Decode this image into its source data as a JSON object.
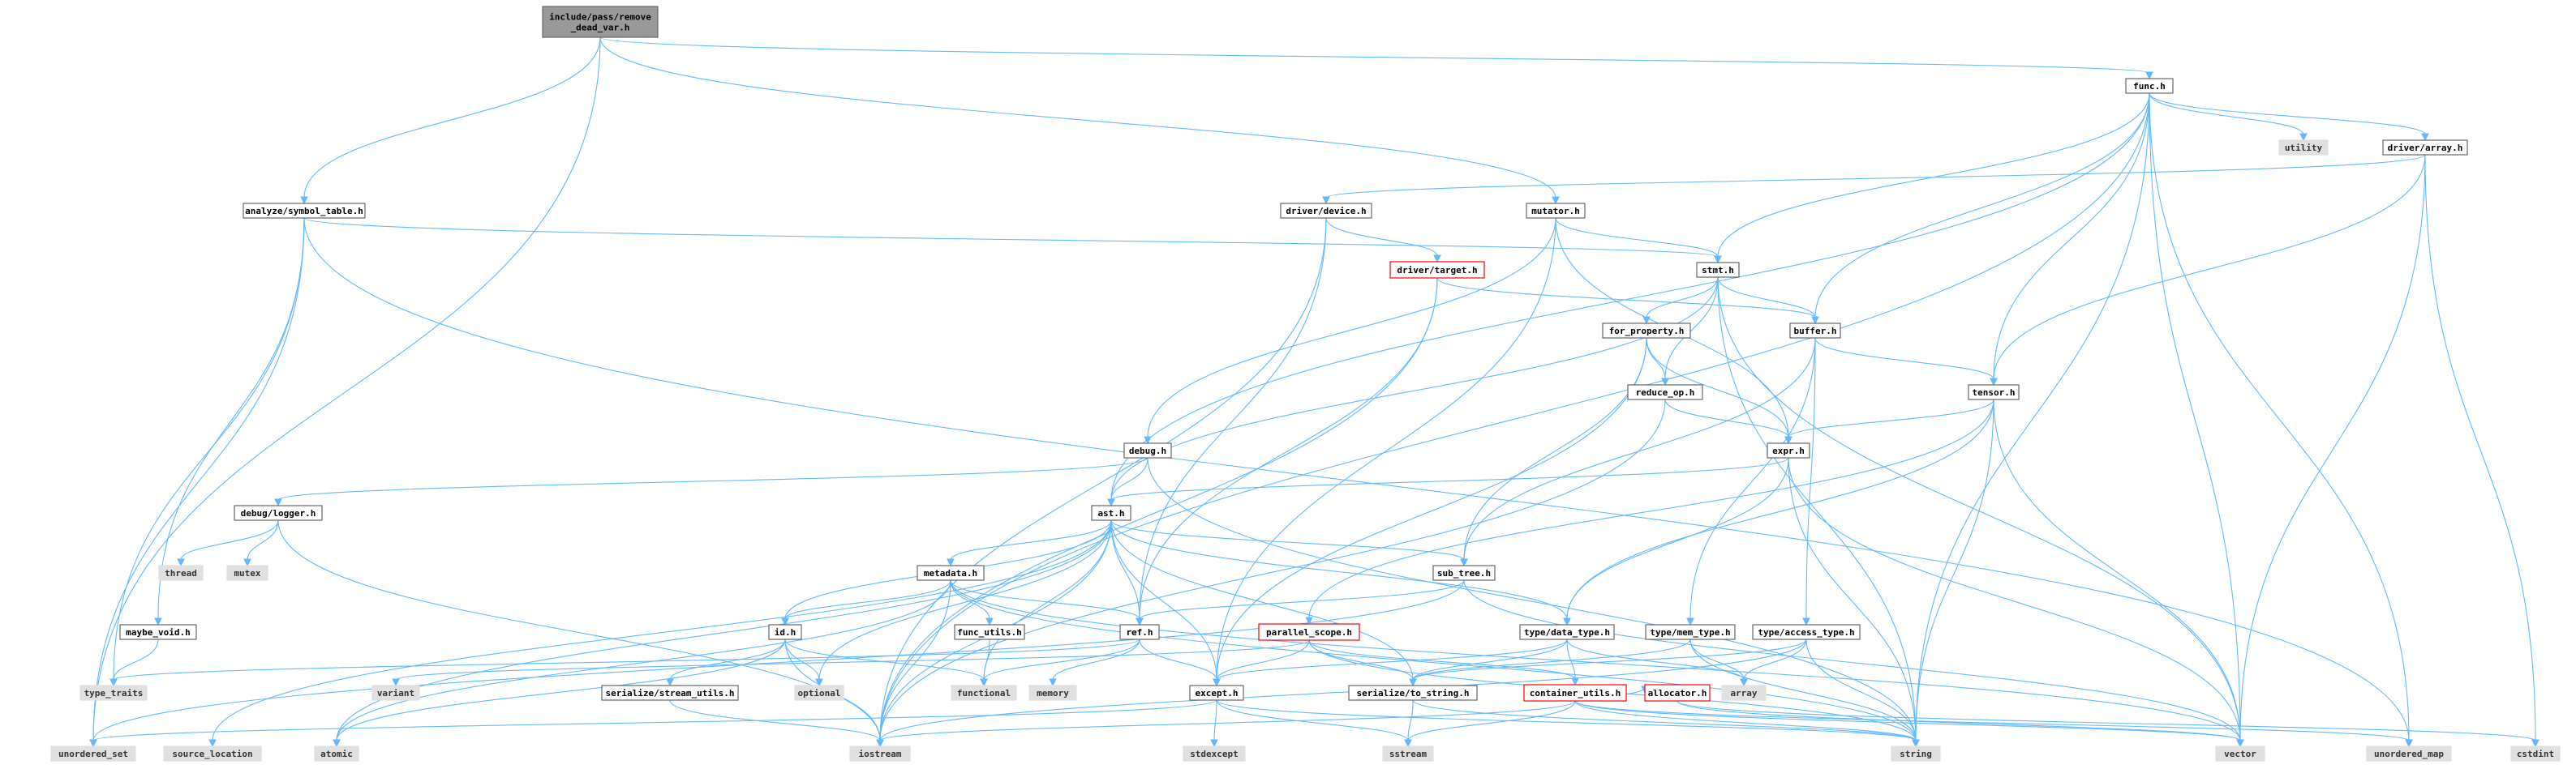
{
  "colors": {
    "edge": "#63b8ff",
    "root_fill": "#999999",
    "node_border": "#666666",
    "warn_border": "#ff0000",
    "system_fill": "#e0e0e0"
  },
  "nodes": [
    {
      "id": "root",
      "label": [
        "include/pass/remove",
        "_dead_var.h"
      ],
      "kind": "root"
    },
    {
      "id": "func",
      "label": [
        "func.h"
      ],
      "kind": "header"
    },
    {
      "id": "utility",
      "label": [
        "utility"
      ],
      "kind": "sys"
    },
    {
      "id": "driver_array",
      "label": [
        "driver/array.h"
      ],
      "kind": "header"
    },
    {
      "id": "analyze",
      "label": [
        "analyze/symbol_table.h"
      ],
      "kind": "header"
    },
    {
      "id": "driver_device",
      "label": [
        "driver/device.h"
      ],
      "kind": "header"
    },
    {
      "id": "mutator",
      "label": [
        "mutator.h"
      ],
      "kind": "header"
    },
    {
      "id": "driver_target",
      "label": [
        "driver/target.h"
      ],
      "kind": "warn"
    },
    {
      "id": "stmt",
      "label": [
        "stmt.h"
      ],
      "kind": "header"
    },
    {
      "id": "for_property",
      "label": [
        "for_property.h"
      ],
      "kind": "header"
    },
    {
      "id": "buffer",
      "label": [
        "buffer.h"
      ],
      "kind": "header"
    },
    {
      "id": "reduce_op",
      "label": [
        "reduce_op.h"
      ],
      "kind": "header"
    },
    {
      "id": "tensor",
      "label": [
        "tensor.h"
      ],
      "kind": "header"
    },
    {
      "id": "debug",
      "label": [
        "debug.h"
      ],
      "kind": "header"
    },
    {
      "id": "expr",
      "label": [
        "expr.h"
      ],
      "kind": "header"
    },
    {
      "id": "debug_logger",
      "label": [
        "debug/logger.h"
      ],
      "kind": "header"
    },
    {
      "id": "ast",
      "label": [
        "ast.h"
      ],
      "kind": "header"
    },
    {
      "id": "thread",
      "label": [
        "thread"
      ],
      "kind": "sys"
    },
    {
      "id": "mutex",
      "label": [
        "mutex"
      ],
      "kind": "sys"
    },
    {
      "id": "sub_tree",
      "label": [
        "sub_tree.h"
      ],
      "kind": "header"
    },
    {
      "id": "metadata",
      "label": [
        "metadata.h"
      ],
      "kind": "header"
    },
    {
      "id": "maybe_void",
      "label": [
        "maybe_void.h"
      ],
      "kind": "header"
    },
    {
      "id": "id",
      "label": [
        "id.h"
      ],
      "kind": "header"
    },
    {
      "id": "func_utils",
      "label": [
        "func_utils.h"
      ],
      "kind": "header"
    },
    {
      "id": "ref",
      "label": [
        "ref.h"
      ],
      "kind": "header"
    },
    {
      "id": "parallel_scope",
      "label": [
        "parallel_scope.h"
      ],
      "kind": "warn"
    },
    {
      "id": "data_type",
      "label": [
        "type/data_type.h"
      ],
      "kind": "header"
    },
    {
      "id": "mem_type",
      "label": [
        "type/mem_type.h"
      ],
      "kind": "header"
    },
    {
      "id": "access_type",
      "label": [
        "type/access_type.h"
      ],
      "kind": "header"
    },
    {
      "id": "type_traits",
      "label": [
        "type_traits"
      ],
      "kind": "sys"
    },
    {
      "id": "variant",
      "label": [
        "variant"
      ],
      "kind": "sys"
    },
    {
      "id": "serialize_stream",
      "label": [
        "serialize/stream_utils.h"
      ],
      "kind": "header"
    },
    {
      "id": "optional",
      "label": [
        "optional"
      ],
      "kind": "sys"
    },
    {
      "id": "functional",
      "label": [
        "functional"
      ],
      "kind": "sys"
    },
    {
      "id": "memory",
      "label": [
        "memory"
      ],
      "kind": "sys"
    },
    {
      "id": "except",
      "label": [
        "except.h"
      ],
      "kind": "header"
    },
    {
      "id": "serialize_to_string",
      "label": [
        "serialize/to_string.h"
      ],
      "kind": "header"
    },
    {
      "id": "container_utils",
      "label": [
        "container_utils.h"
      ],
      "kind": "warn"
    },
    {
      "id": "allocator",
      "label": [
        "allocator.h"
      ],
      "kind": "warn"
    },
    {
      "id": "array",
      "label": [
        "array"
      ],
      "kind": "sys"
    },
    {
      "id": "unordered_set",
      "label": [
        "unordered_set"
      ],
      "kind": "sys"
    },
    {
      "id": "source_location",
      "label": [
        "source_location"
      ],
      "kind": "sys"
    },
    {
      "id": "atomic",
      "label": [
        "atomic"
      ],
      "kind": "sys"
    },
    {
      "id": "iostream",
      "label": [
        "iostream"
      ],
      "kind": "sys"
    },
    {
      "id": "stdexcept",
      "label": [
        "stdexcept"
      ],
      "kind": "sys"
    },
    {
      "id": "sstream",
      "label": [
        "sstream"
      ],
      "kind": "sys"
    },
    {
      "id": "string",
      "label": [
        "string"
      ],
      "kind": "sys"
    },
    {
      "id": "vector",
      "label": [
        "vector"
      ],
      "kind": "sys"
    },
    {
      "id": "unordered_map",
      "label": [
        "unordered_map"
      ],
      "kind": "sys"
    },
    {
      "id": "cstdint",
      "label": [
        "cstdint"
      ],
      "kind": "sys"
    }
  ],
  "edges": [
    [
      "root",
      "func"
    ],
    [
      "root",
      "analyze"
    ],
    [
      "root",
      "mutator"
    ],
    [
      "root",
      "unordered_set"
    ],
    [
      "func",
      "utility"
    ],
    [
      "func",
      "driver_array"
    ],
    [
      "func",
      "stmt"
    ],
    [
      "func",
      "buffer"
    ],
    [
      "func",
      "tensor"
    ],
    [
      "func",
      "ast"
    ],
    [
      "func",
      "iostream"
    ],
    [
      "func",
      "string"
    ],
    [
      "func",
      "vector"
    ],
    [
      "func",
      "unordered_map"
    ],
    [
      "driver_array",
      "driver_device"
    ],
    [
      "driver_array",
      "tensor"
    ],
    [
      "driver_array",
      "vector"
    ],
    [
      "driver_array",
      "cstdint"
    ],
    [
      "analyze",
      "stmt"
    ],
    [
      "analyze",
      "maybe_void"
    ],
    [
      "analyze",
      "type_traits"
    ],
    [
      "analyze",
      "unordered_set"
    ],
    [
      "analyze",
      "unordered_map"
    ],
    [
      "driver_device",
      "driver_target"
    ],
    [
      "driver_device",
      "ref"
    ],
    [
      "driver_device",
      "iostream"
    ],
    [
      "mutator",
      "stmt"
    ],
    [
      "mutator",
      "debug"
    ],
    [
      "mutator",
      "expr"
    ],
    [
      "mutator",
      "except"
    ],
    [
      "driver_target",
      "buffer"
    ],
    [
      "driver_target",
      "ref"
    ],
    [
      "driver_target",
      "iostream"
    ],
    [
      "stmt",
      "for_property"
    ],
    [
      "stmt",
      "buffer"
    ],
    [
      "stmt",
      "reduce_op"
    ],
    [
      "stmt",
      "ast"
    ],
    [
      "stmt",
      "string"
    ],
    [
      "stmt",
      "vector"
    ],
    [
      "for_property",
      "reduce_op"
    ],
    [
      "for_property",
      "expr"
    ],
    [
      "for_property",
      "sub_tree"
    ],
    [
      "for_property",
      "except"
    ],
    [
      "buffer",
      "tensor"
    ],
    [
      "buffer",
      "mem_type"
    ],
    [
      "buffer",
      "access_type"
    ],
    [
      "buffer",
      "sub_tree"
    ],
    [
      "reduce_op",
      "expr"
    ],
    [
      "reduce_op",
      "iostream"
    ],
    [
      "tensor",
      "expr"
    ],
    [
      "tensor",
      "data_type"
    ],
    [
      "tensor",
      "vector"
    ],
    [
      "tensor",
      "string"
    ],
    [
      "tensor",
      "parallel_scope"
    ],
    [
      "debug",
      "ast"
    ],
    [
      "debug",
      "debug_logger"
    ],
    [
      "debug",
      "string"
    ],
    [
      "expr",
      "ast"
    ],
    [
      "expr",
      "data_type"
    ],
    [
      "expr",
      "string"
    ],
    [
      "expr",
      "vector"
    ],
    [
      "debug_logger",
      "thread"
    ],
    [
      "debug_logger",
      "mutex"
    ],
    [
      "debug_logger",
      "iostream"
    ],
    [
      "ast",
      "sub_tree"
    ],
    [
      "ast",
      "metadata"
    ],
    [
      "ast",
      "id"
    ],
    [
      "ast",
      "ref"
    ],
    [
      "ast",
      "data_type"
    ],
    [
      "ast",
      "except"
    ],
    [
      "ast",
      "serialize_to_string"
    ],
    [
      "ast",
      "atomic"
    ],
    [
      "ast",
      "source_location"
    ],
    [
      "ast",
      "functional"
    ],
    [
      "ast",
      "optional"
    ],
    [
      "ast",
      "iostream"
    ],
    [
      "sub_tree",
      "ref"
    ],
    [
      "sub_tree",
      "vector"
    ],
    [
      "sub_tree",
      "unordered_set"
    ],
    [
      "metadata",
      "id"
    ],
    [
      "metadata",
      "func_utils"
    ],
    [
      "metadata",
      "ref"
    ],
    [
      "metadata",
      "string"
    ],
    [
      "metadata",
      "vector"
    ],
    [
      "metadata",
      "atomic"
    ],
    [
      "metadata",
      "iostream"
    ],
    [
      "maybe_void",
      "type_traits"
    ],
    [
      "id",
      "serialize_stream"
    ],
    [
      "id",
      "optional"
    ],
    [
      "id",
      "functional"
    ],
    [
      "id",
      "atomic"
    ],
    [
      "id",
      "iostream"
    ],
    [
      "func_utils",
      "functional"
    ],
    [
      "ref",
      "except"
    ],
    [
      "ref",
      "memory"
    ],
    [
      "ref",
      "functional"
    ],
    [
      "ref",
      "type_traits"
    ],
    [
      "parallel_scope",
      "serialize_to_string"
    ],
    [
      "parallel_scope",
      "container_utils"
    ],
    [
      "parallel_scope",
      "variant"
    ],
    [
      "parallel_scope",
      "except"
    ],
    [
      "parallel_scope",
      "string"
    ],
    [
      "data_type",
      "serialize_to_string"
    ],
    [
      "data_type",
      "container_utils"
    ],
    [
      "data_type",
      "except"
    ],
    [
      "data_type",
      "array"
    ],
    [
      "mem_type",
      "serialize_to_string"
    ],
    [
      "mem_type",
      "string"
    ],
    [
      "mem_type",
      "array"
    ],
    [
      "access_type",
      "serialize_to_string"
    ],
    [
      "access_type",
      "array"
    ],
    [
      "access_type",
      "string"
    ],
    [
      "access_type",
      "iostream"
    ],
    [
      "serialize_stream",
      "iostream"
    ],
    [
      "except",
      "stdexcept"
    ],
    [
      "except",
      "sstream"
    ],
    [
      "except",
      "string"
    ],
    [
      "except",
      "unordered_set"
    ],
    [
      "serialize_to_string",
      "sstream"
    ],
    [
      "serialize_to_string",
      "string"
    ],
    [
      "container_utils",
      "allocator"
    ],
    [
      "container_utils",
      "string"
    ],
    [
      "container_utils",
      "vector"
    ],
    [
      "container_utils",
      "iostream"
    ],
    [
      "container_utils",
      "unordered_map"
    ],
    [
      "container_utils",
      "sstream"
    ],
    [
      "allocator",
      "vector"
    ],
    [
      "allocator",
      "cstdint"
    ]
  ]
}
